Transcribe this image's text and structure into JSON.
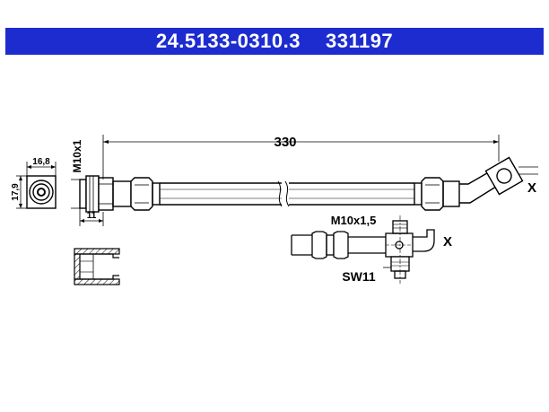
{
  "header": {
    "part_number": "24.5133-0310.3",
    "ref_number": "331197",
    "background_color": "#1d2ccf",
    "text_color": "#ffffff"
  },
  "drawing": {
    "length_label": "330",
    "thread_left_label": "M10x1",
    "width_label": "16,8",
    "height_label": "17,9",
    "fitting_length_label": "11",
    "thread_right_label": "M10x1,5",
    "wrench_label": "SW11",
    "end_marker_top": "X",
    "end_marker_detail": "X"
  }
}
